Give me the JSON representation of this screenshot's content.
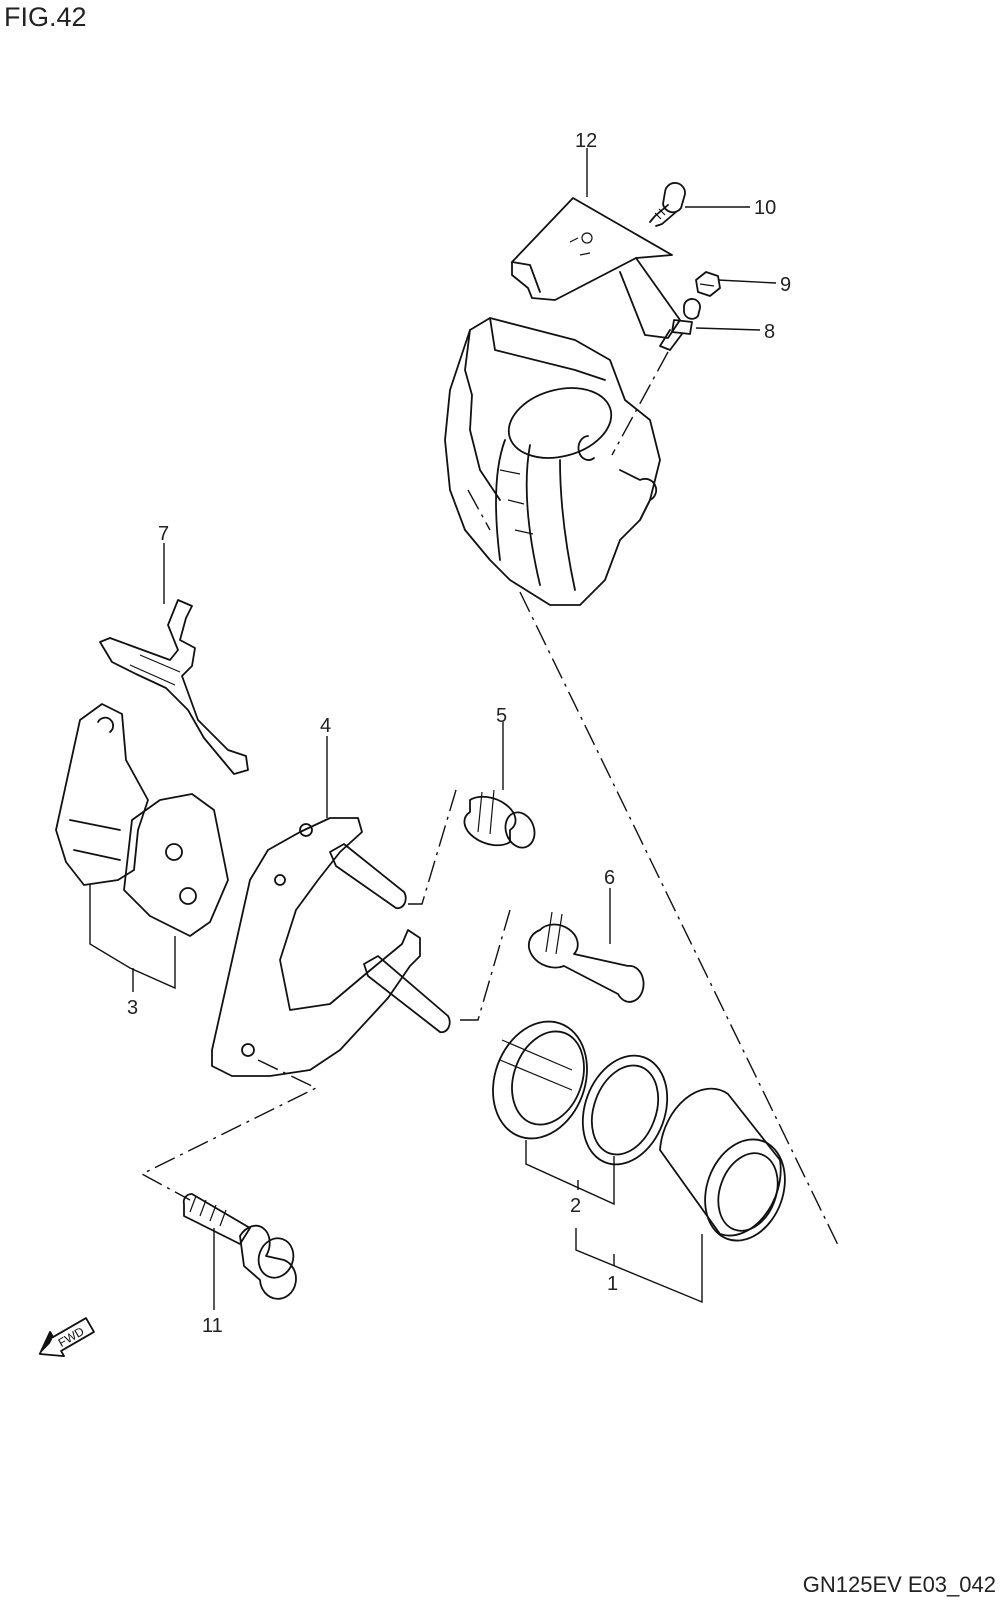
{
  "figure": {
    "title": "FIG.42",
    "code": "GN125EV E03_042"
  },
  "callouts": [
    "12",
    "10",
    "9",
    "8",
    "7",
    "5",
    "4",
    "6",
    "3",
    "2",
    "1",
    "11"
  ],
  "fwd_label": "FWD"
}
